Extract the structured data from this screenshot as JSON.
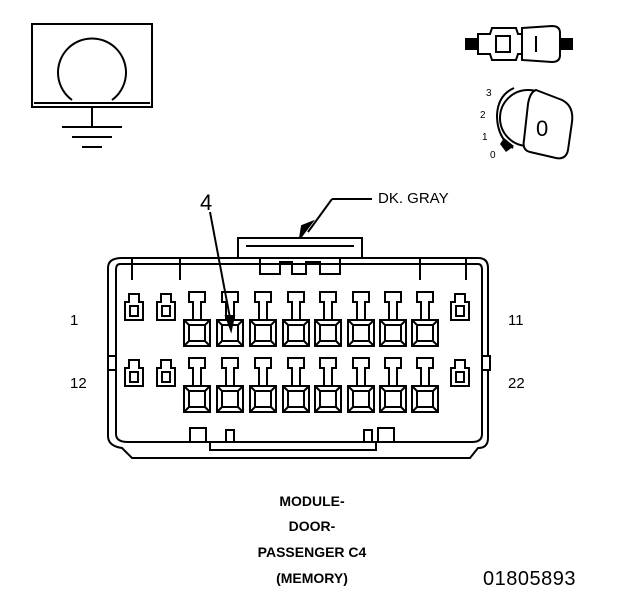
{
  "wire_color_label": "DK. GRAY",
  "callout_pin": "4",
  "pin_labels": {
    "top_left": "1",
    "top_right": "11",
    "bottom_left": "12",
    "bottom_right": "22"
  },
  "caption_lines": [
    "MODULE-",
    "DOOR-",
    "PASSENGER C4",
    "(MEMORY)"
  ],
  "diagram_id": "01805893",
  "ignition_positions": [
    "3",
    "2",
    "1",
    "0"
  ],
  "ignition_key_label": "0",
  "connector": {
    "cavity_count": 22,
    "rows": 2,
    "cavities_per_row": 11,
    "highlighted_cavity": 4
  }
}
